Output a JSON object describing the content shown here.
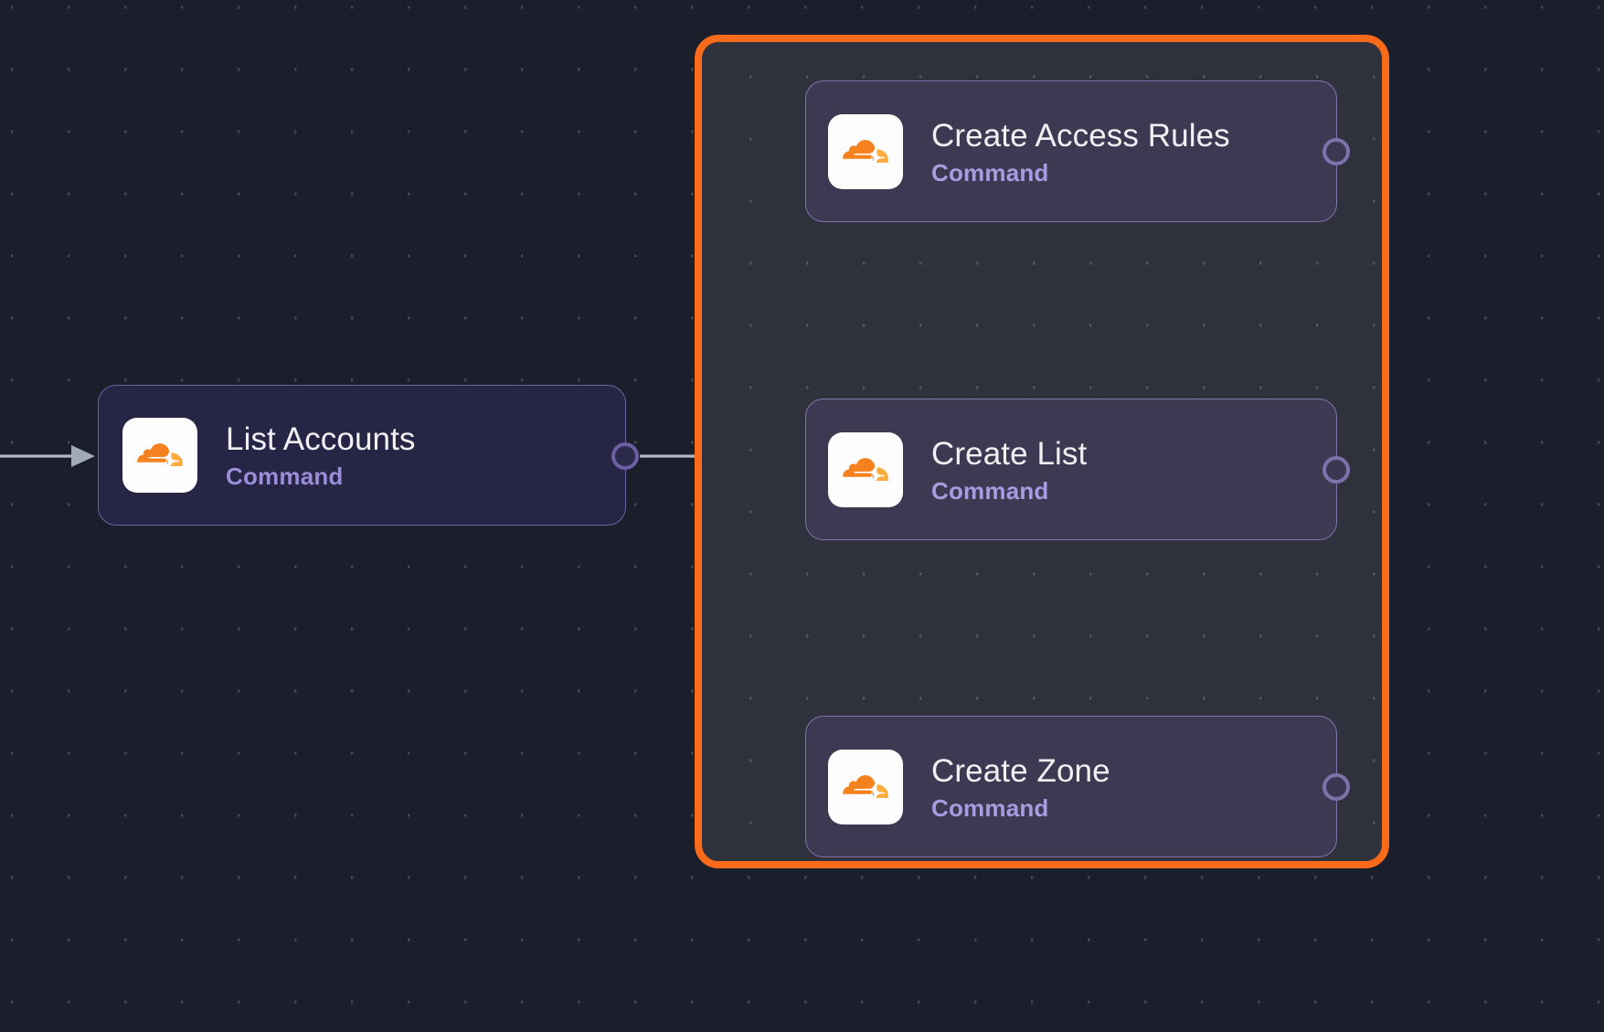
{
  "app": {
    "view": "workflow-canvas",
    "canvas_background": "#1b1f2b",
    "grid": "dotted"
  },
  "colors": {
    "canvas_bg": "#1b1f2b",
    "group_bg": "#2f323c",
    "group_selected_border": "#f96a1b",
    "node_outer_bg": "#262545",
    "node_outer_border": "#6e62a3",
    "node_inner_bg": "#3d3953",
    "node_inner_border": "#7f74ad",
    "node_title_text": "#f0f0f3",
    "node_subtitle_text": "#a89ce0",
    "edge_stroke": "#aeb8c4",
    "handle_ring": "#6b5fa3",
    "brand_orange": "#f6821f"
  },
  "nodes": [
    {
      "id": "list-accounts",
      "title": "List Accounts",
      "subtitle": "Command",
      "icon": "cloudflare-logo-icon",
      "in_group": false
    },
    {
      "id": "create-access-rules",
      "title": "Create Access Rules",
      "subtitle": "Command",
      "icon": "cloudflare-logo-icon",
      "in_group": true
    },
    {
      "id": "create-list",
      "title": "Create List",
      "subtitle": "Command",
      "icon": "cloudflare-logo-icon",
      "in_group": true
    },
    {
      "id": "create-zone",
      "title": "Create Zone",
      "subtitle": "Command",
      "icon": "cloudflare-logo-icon",
      "in_group": true
    }
  ],
  "group": {
    "selected": true,
    "contains": [
      "create-access-rules",
      "create-list",
      "create-zone"
    ]
  },
  "edges": [
    {
      "from": "canvas-left",
      "to": "list-accounts"
    },
    {
      "from": "list-accounts",
      "to": "create-access-rules"
    },
    {
      "from": "list-accounts",
      "to": "create-list"
    },
    {
      "from": "list-accounts",
      "to": "create-zone"
    }
  ]
}
